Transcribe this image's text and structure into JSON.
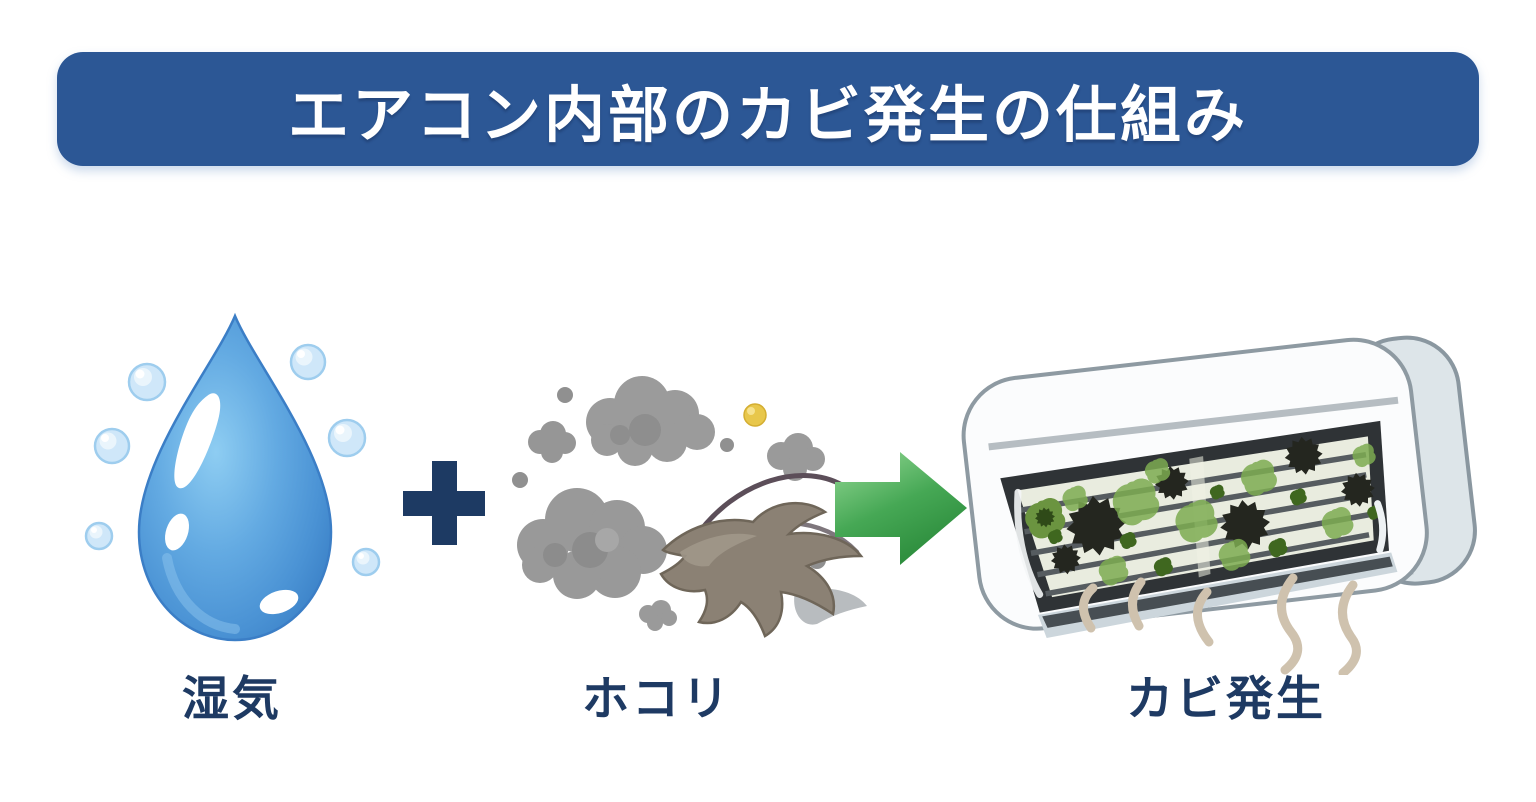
{
  "banner": {
    "title": "エアコン内部のカビ発生の仕組み",
    "background_color": "#2c5795",
    "text_color": "#ffffff"
  },
  "flow": {
    "steps": [
      {
        "id": "moisture",
        "label": "湿気",
        "icon": "water-droplet-icon"
      },
      {
        "id": "dust",
        "label": "ホコリ",
        "icon": "dust-cloud-icon"
      },
      {
        "id": "mold-growth",
        "label": "カビ発生",
        "icon": "moldy-air-conditioner-icon"
      }
    ],
    "operators": [
      {
        "name": "plus-icon",
        "symbol": "+"
      },
      {
        "name": "arrow-right-icon",
        "symbol": "→"
      }
    ],
    "label_color": "#1e3a63"
  },
  "colors": {
    "plus": "#1d3a63",
    "arrow_gradient_start": "#97da97",
    "arrow_gradient_end": "#2c8c3c",
    "droplet_blue": "#57a0dc",
    "bubble_blue": "#cfe7f9",
    "dust_gray": "#9a9a9a",
    "dust_bunny_brown": "#8b8174",
    "pollen_yellow": "#e8c74b",
    "mold_green": "#7cab51",
    "mold_black": "#24261f",
    "ac_body_white": "#fbfcfd",
    "ac_outline_gray": "#8e9aa2",
    "odor_line_beige": "#cfc2ae"
  }
}
